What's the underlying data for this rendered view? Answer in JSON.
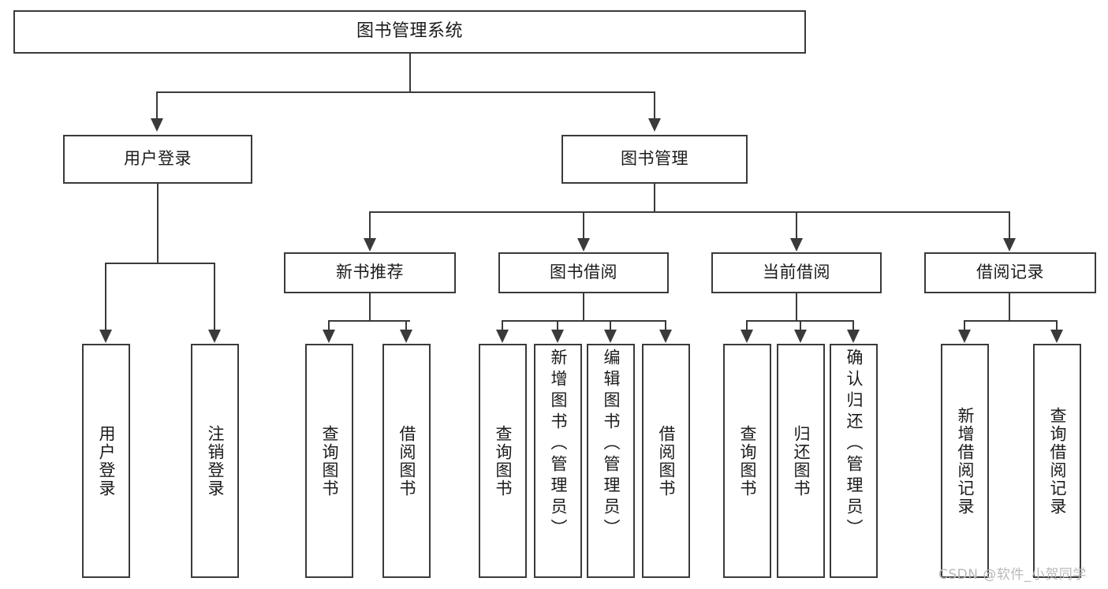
{
  "diagram": {
    "title": "图书管理系统",
    "type": "hierarchy-tree",
    "levels": 4,
    "root": {
      "label": "图书管理系统",
      "children": [
        {
          "label": "用户登录",
          "children": [
            {
              "label": "用户登录"
            },
            {
              "label": "注销登录"
            }
          ]
        },
        {
          "label": "图书管理",
          "children": [
            {
              "label": "新书推荐",
              "children": [
                {
                  "label": "查询图书"
                },
                {
                  "label": "借阅图书"
                }
              ]
            },
            {
              "label": "图书借阅",
              "children": [
                {
                  "label": "查询图书"
                },
                {
                  "label": "新增图书（管理员）"
                },
                {
                  "label": "编辑图书（管理员）"
                },
                {
                  "label": "借阅图书"
                }
              ]
            },
            {
              "label": "当前借阅",
              "children": [
                {
                  "label": "查询图书"
                },
                {
                  "label": "归还图书"
                },
                {
                  "label": "确认归还（管理员）"
                }
              ]
            },
            {
              "label": "借阅记录",
              "children": [
                {
                  "label": "新增借阅记录"
                },
                {
                  "label": "查询借阅记录"
                }
              ]
            }
          ]
        }
      ]
    }
  },
  "nodes": {
    "root": "图书管理系统",
    "user_login": "用户登录",
    "book_manage": "图书管理",
    "new_book_rec": "新书推荐",
    "book_borrow": "图书借阅",
    "current_borrow": "当前借阅",
    "borrow_record": "借阅记录",
    "leaf_user_login": "用户登录",
    "leaf_logout": "注销登录",
    "leaf_query_book_1": "查询图书",
    "leaf_borrow_book_1": "借阅图书",
    "leaf_query_book_2": "查询图书",
    "leaf_add_book": "新增图书（管理员）",
    "leaf_edit_book": "编辑图书（管理员）",
    "leaf_borrow_book_2": "借阅图书",
    "leaf_query_book_3": "查询图书",
    "leaf_return_book": "归还图书",
    "leaf_confirm_return": "确认归还（管理员）",
    "leaf_add_record": "新增借阅记录",
    "leaf_query_record": "查询借阅记录"
  },
  "watermark": {
    "text": "CSDN @软件_小贺同学"
  },
  "colors": {
    "stroke": "#3a3a3a",
    "text": "#1b1b1b",
    "background": "#ffffff",
    "watermark": "#b9b9b9"
  }
}
